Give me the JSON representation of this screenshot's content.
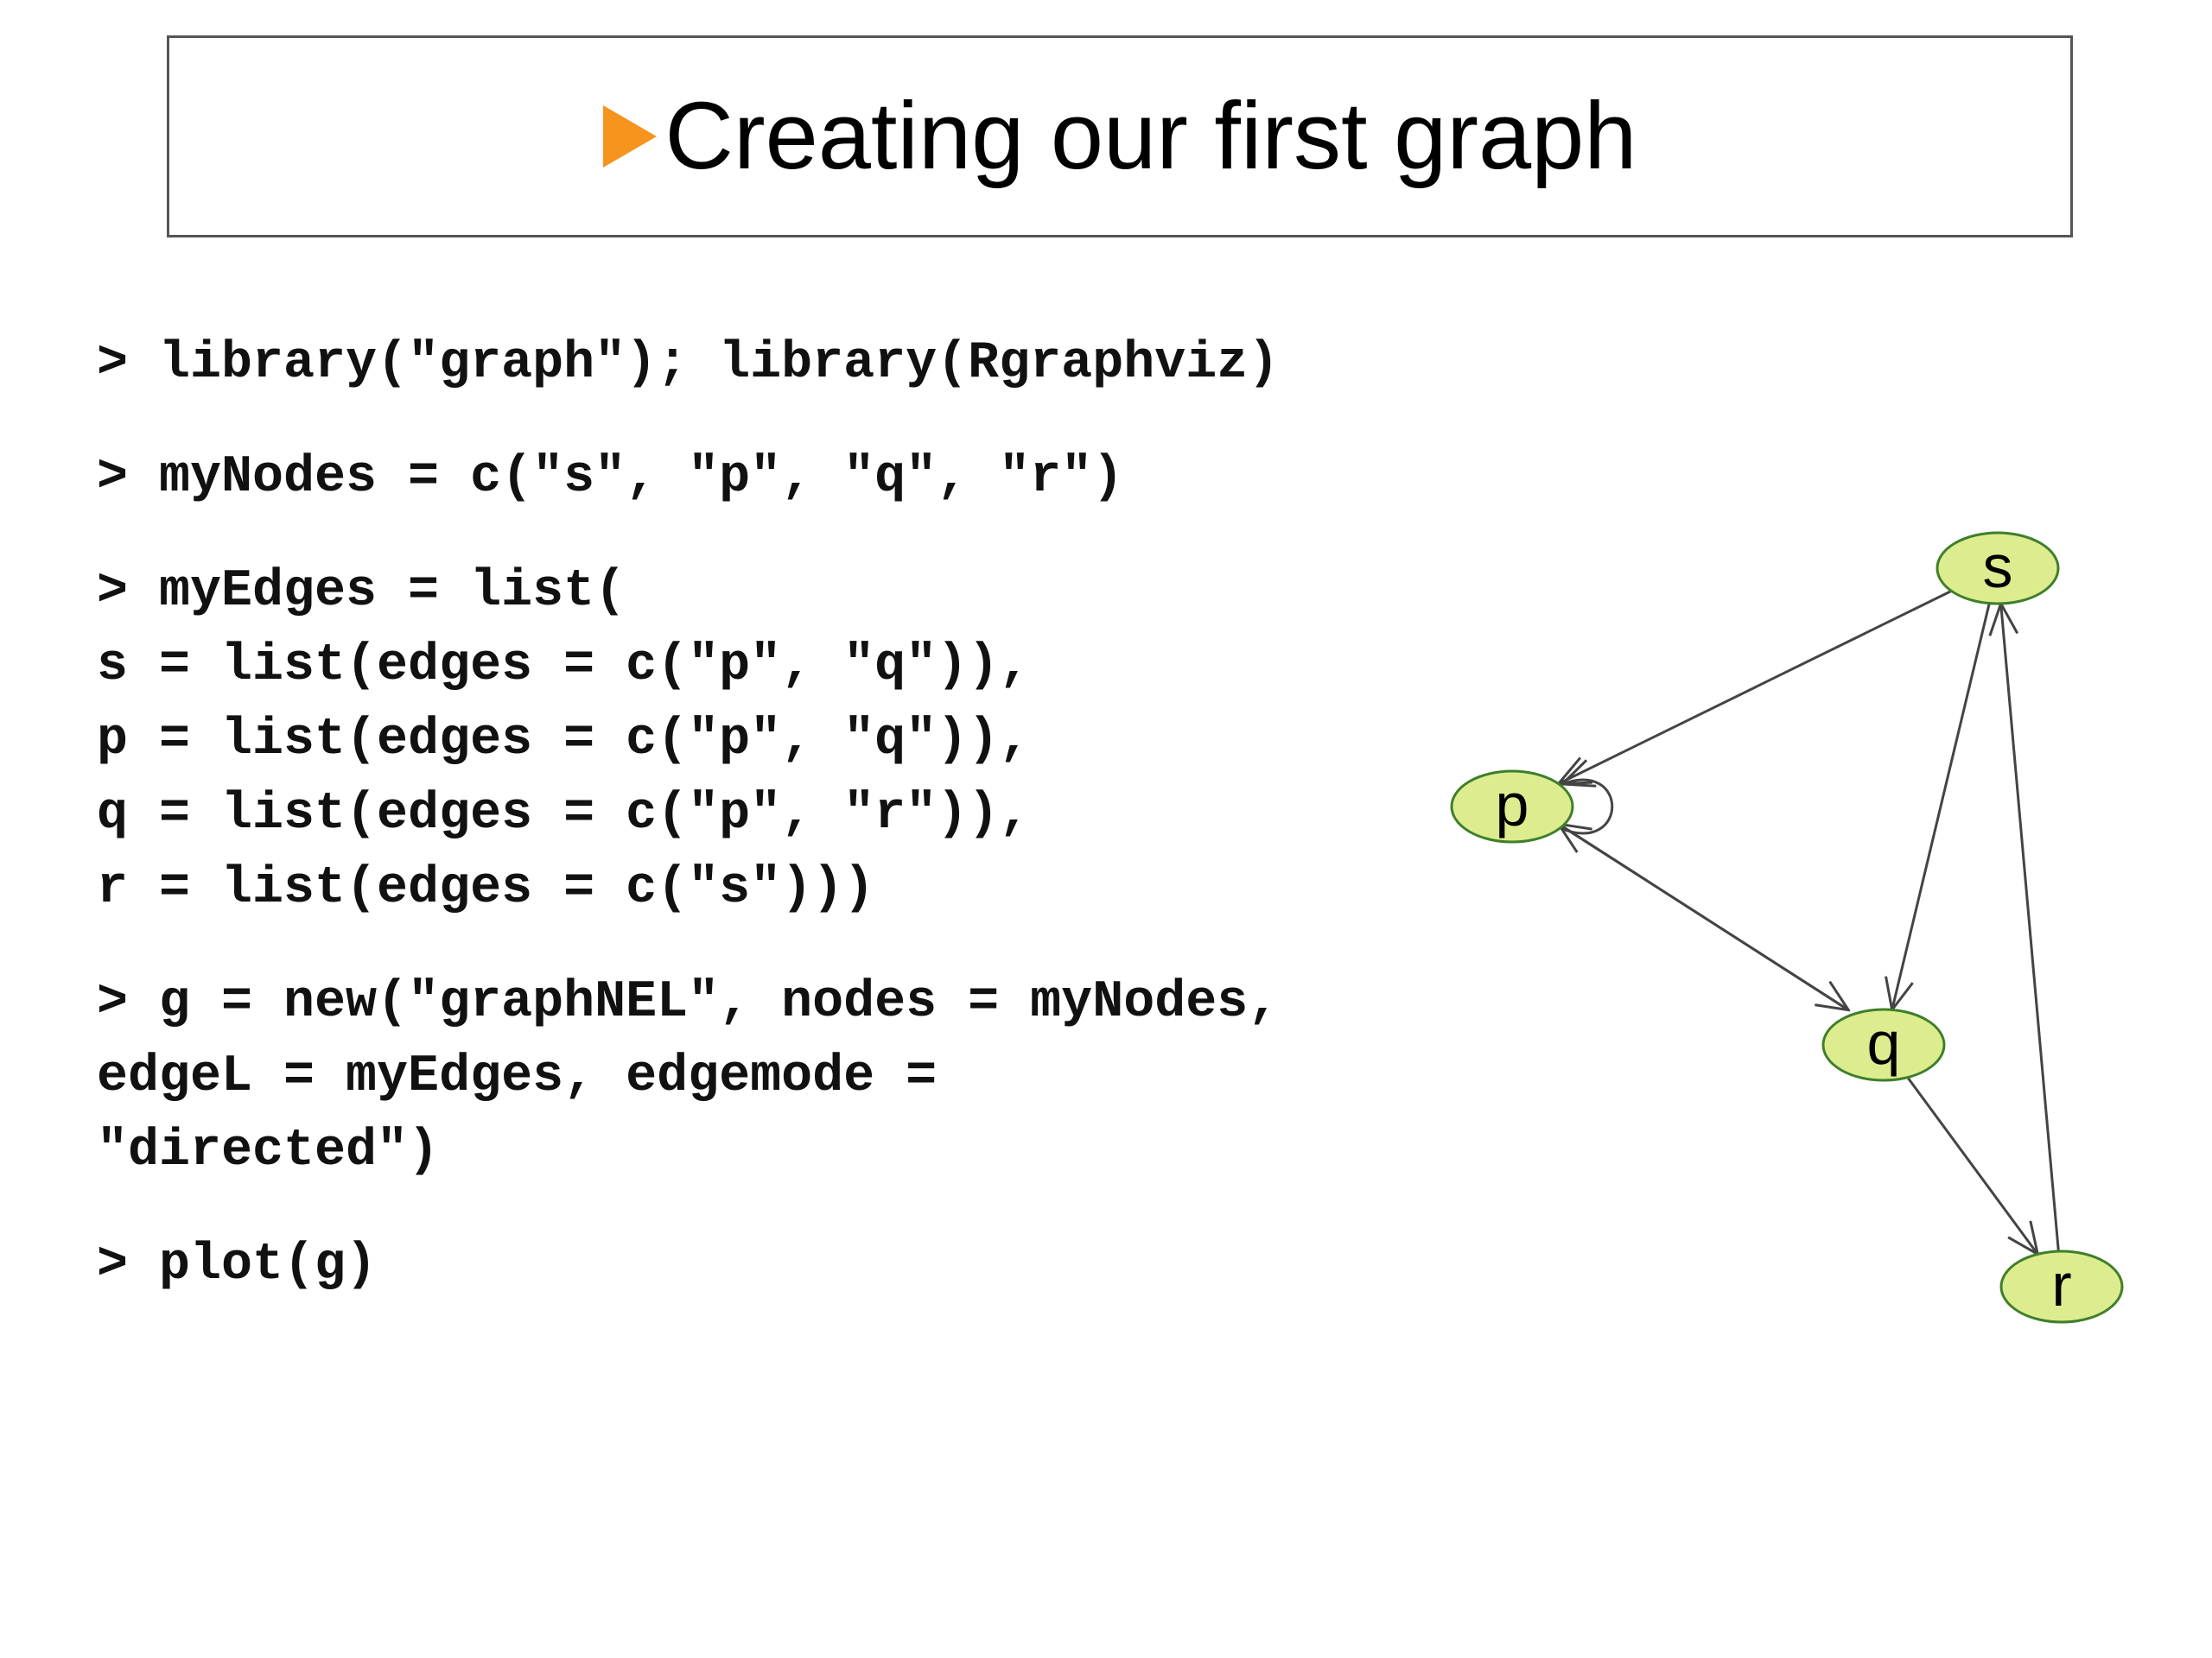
{
  "title": "Creating our first graph",
  "code_blocks": [
    [
      "> library(\"graph\"); library(Rgraphviz)"
    ],
    [
      "> myNodes = c(\"s\", \"p\", \"q\", \"r\")"
    ],
    [
      "> myEdges = list(",
      "s = list(edges = c(\"p\", \"q\")),",
      "p = list(edges = c(\"p\", \"q\")),",
      "q = list(edges = c(\"p\", \"r\")),",
      "r = list(edges = c(\"s\")))"
    ],
    [
      "> g = new(\"graphNEL\", nodes = myNodes,",
      "edgeL = myEdges, edgemode =",
      "\"directed\")"
    ],
    [
      "> plot(g)"
    ]
  ],
  "graph": {
    "node_fill": "#ddec8f",
    "node_stroke": "#3f7f2a",
    "edge_color": "#444444",
    "title_arrow_color": "#f7941d",
    "nodes": [
      "s",
      "p",
      "q",
      "r"
    ],
    "edges": [
      {
        "from": "s",
        "to": "p"
      },
      {
        "from": "s",
        "to": "q"
      },
      {
        "from": "p",
        "to": "p"
      },
      {
        "from": "p",
        "to": "q"
      },
      {
        "from": "q",
        "to": "p"
      },
      {
        "from": "q",
        "to": "r"
      },
      {
        "from": "r",
        "to": "s"
      }
    ]
  }
}
